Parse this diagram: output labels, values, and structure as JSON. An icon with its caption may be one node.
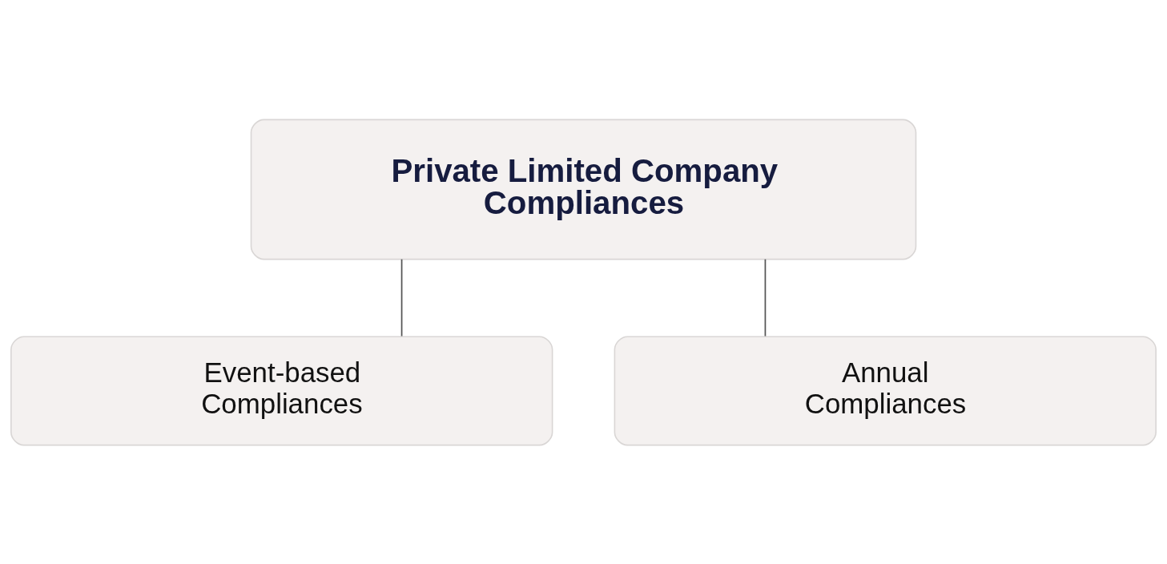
{
  "diagram": {
    "nodes": [
      {
        "text": [
          "Private Limited Company Compliances"
        ]
      },
      {
        "text": [
          "Event-based Compliances"
        ]
      },
      {
        "text": [
          "Annual Compliances"
        ]
      }
    ],
    "edges": [
      {
        "from": 0,
        "to": 1,
        "arrow": "none"
      },
      {
        "from": 0,
        "to": 2,
        "arrow": "none"
      }
    ]
  }
}
